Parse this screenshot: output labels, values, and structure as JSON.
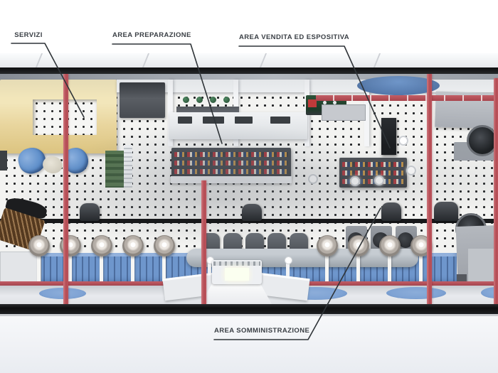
{
  "diagram": {
    "type": "architectural-floor-plan-render",
    "labels": [
      {
        "id": "servizi",
        "text": "SERVIZI"
      },
      {
        "id": "area-preparazione",
        "text": "AREA PREPARAZIONE"
      },
      {
        "id": "area-vendita",
        "text": "AREA VENDITA ED ESPOSITIVA"
      },
      {
        "id": "area-somministrazione",
        "text": "AREA SOMMINISTRAZIONE"
      }
    ],
    "colors": {
      "annotation_line": "#2f3438",
      "label_text": "#3a3f45",
      "frame_black": "#151618",
      "floor_base": "#f3f3f1",
      "floor_dot": "#232527",
      "structure_red": "#bb525a",
      "bar_blue": "#6e96cc",
      "rug_blue": "#7fa3d4",
      "servizi_cream": "#e9d69f",
      "fixture_blue": "#5f8fca",
      "equipment_dark": "#3f4347",
      "counter_white": "#eff1f3",
      "screen_gray": "#9aa2a9"
    }
  }
}
